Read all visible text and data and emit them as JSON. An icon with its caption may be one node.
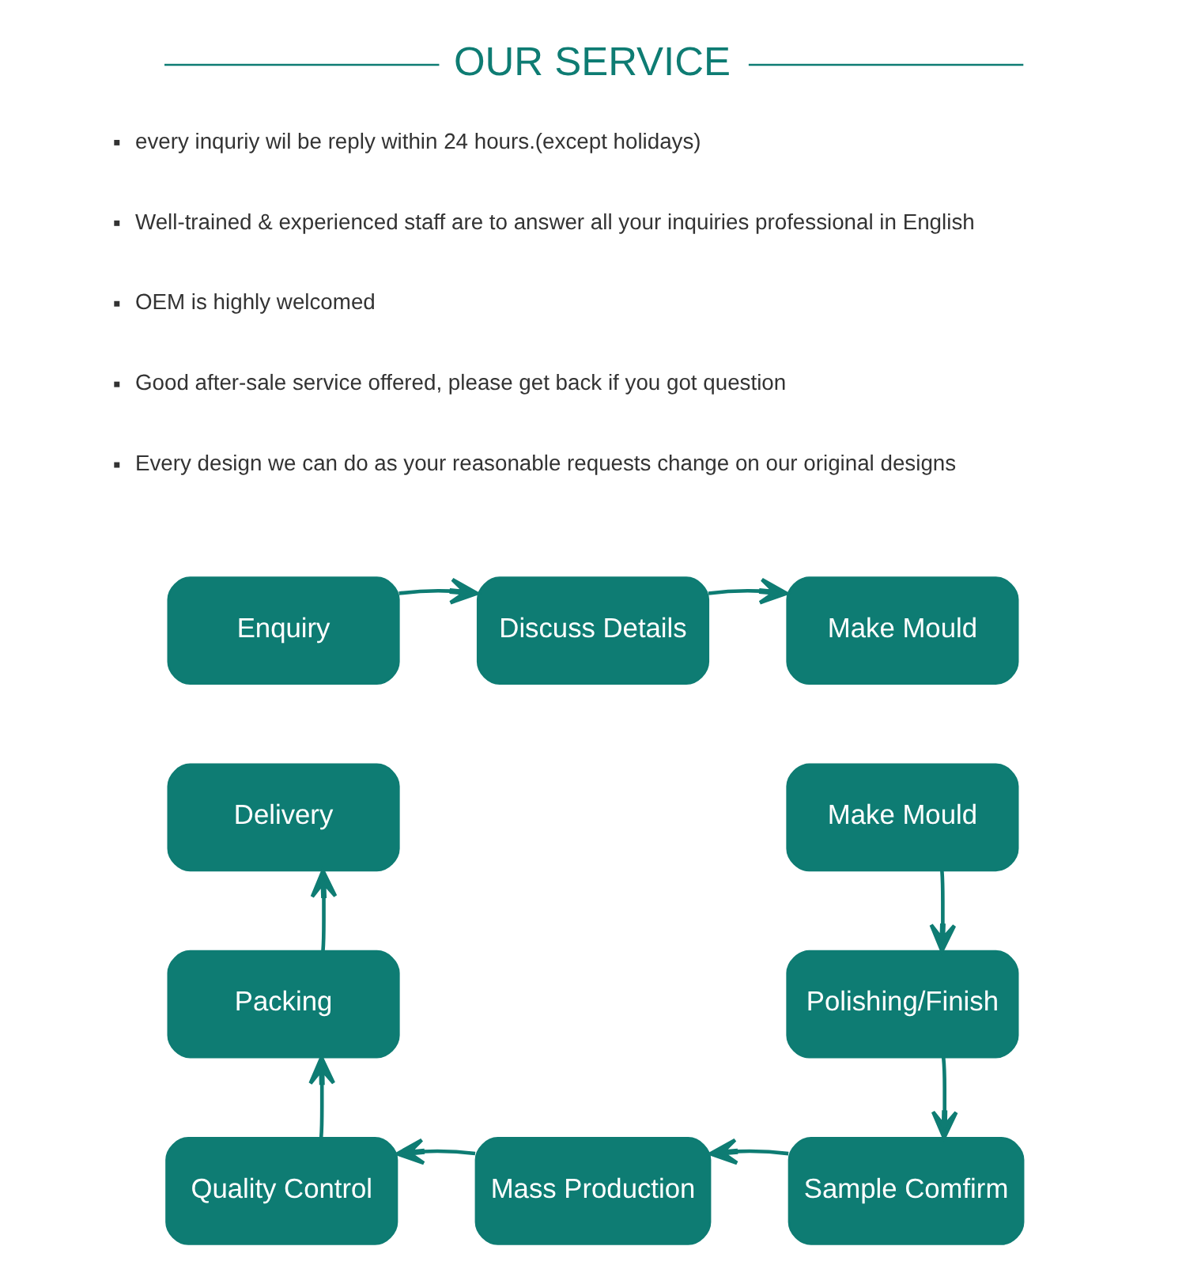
{
  "diagram": {
    "title": "OUR SERVICE",
    "nodes": [
      {
        "text": [
          "Enquiry"
        ]
      },
      {
        "text": [
          "Discuss Details"
        ]
      },
      {
        "text": [
          "Make Mould"
        ]
      },
      {
        "text": [
          "Delivery"
        ]
      },
      {
        "text": [
          "Make Mould"
        ]
      },
      {
        "text": [
          "Packing"
        ]
      },
      {
        "text": [
          "Polishing/Finish"
        ]
      },
      {
        "text": [
          "Quality Control"
        ]
      },
      {
        "text": [
          "Mass Production"
        ]
      },
      {
        "text": [
          "Sample Comfirm"
        ]
      }
    ],
    "edges": [
      {
        "from": 0,
        "to": 1,
        "arrow": "to"
      },
      {
        "from": 1,
        "to": 2,
        "arrow": "to"
      },
      {
        "from": 4,
        "to": 6,
        "arrow": "to"
      },
      {
        "from": 6,
        "to": 9,
        "arrow": "to"
      },
      {
        "from": 9,
        "to": 8,
        "arrow": "to"
      },
      {
        "from": 8,
        "to": 7,
        "arrow": "to"
      },
      {
        "from": 7,
        "to": 5,
        "arrow": "to"
      },
      {
        "from": 5,
        "to": 3,
        "arrow": "to"
      }
    ],
    "labels": [
      "every inquriy wil be reply within 24 hours.(except holidays)",
      "Well-trained & experienced staff are to answer all your inquiries professional in English",
      "OEM is highly welcomed",
      "Good after-sale service offered, please get back if you got question",
      "Every design we can do as your reasonable requests change on our original designs"
    ]
  }
}
